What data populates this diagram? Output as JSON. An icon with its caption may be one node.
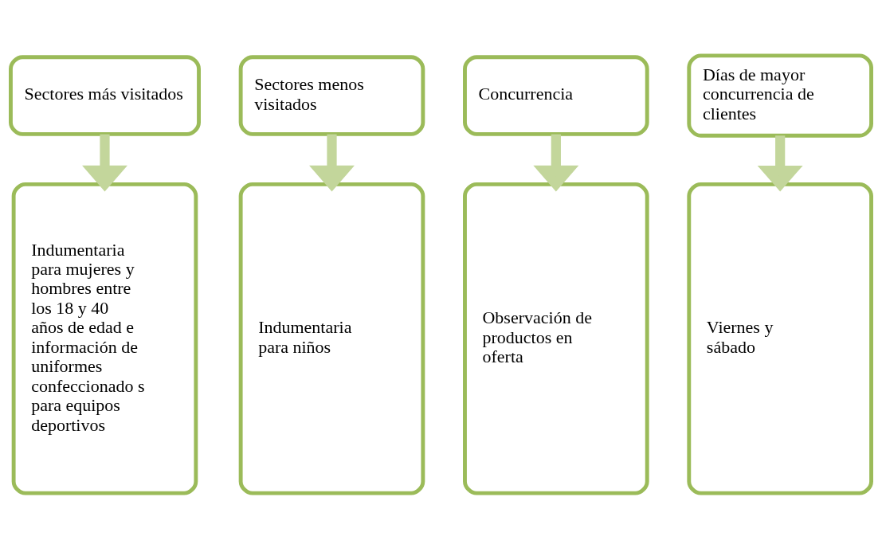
{
  "diagram": {
    "nodes": [
      {
        "text": [
          "Sectores más visitados"
        ]
      },
      {
        "text": [
          "Sectores menos visitados"
        ]
      },
      {
        "text": [
          "Concurrencia"
        ]
      },
      {
        "text": [
          "Días de mayor concurrencia de clientes"
        ]
      },
      {
        "text": [
          "Indumentaria para mujeres y hombres entre los 18 y 40 años de edad e información de uniformes confeccionado s para equipos deportivos"
        ]
      },
      {
        "text": [
          "Indumentaria para niños"
        ]
      },
      {
        "text": [
          "Observación de productos en oferta"
        ]
      },
      {
        "text": [
          "Viernes y sábado"
        ]
      }
    ],
    "edges": [
      {
        "from": 0,
        "to": 4,
        "arrow": "to"
      },
      {
        "from": 1,
        "to": 5,
        "arrow": "to"
      },
      {
        "from": 2,
        "to": 6,
        "arrow": "to"
      },
      {
        "from": 3,
        "to": 7,
        "arrow": "to"
      }
    ]
  }
}
